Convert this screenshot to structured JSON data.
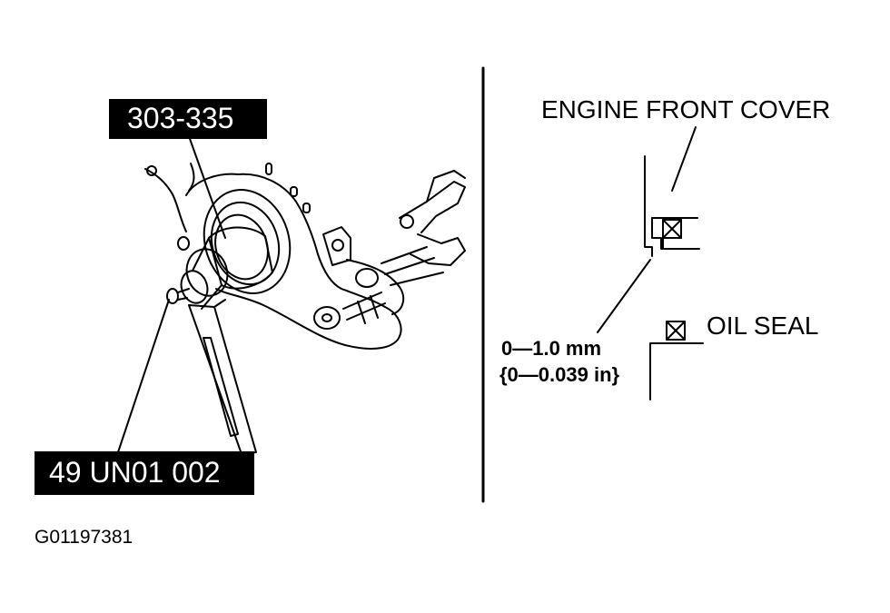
{
  "tool_labels": {
    "top": "303-335",
    "bottom": "49 UN01 002"
  },
  "detail": {
    "cover_label": "ENGINE FRONT COVER",
    "seal_label": "OIL SEAL",
    "clearance_metric": "0—1.0 mm",
    "clearance_imperial": "{0—0.039 in}"
  },
  "figure_id": "G01197381",
  "colors": {
    "ink": "#000000",
    "paper": "#ffffff"
  }
}
